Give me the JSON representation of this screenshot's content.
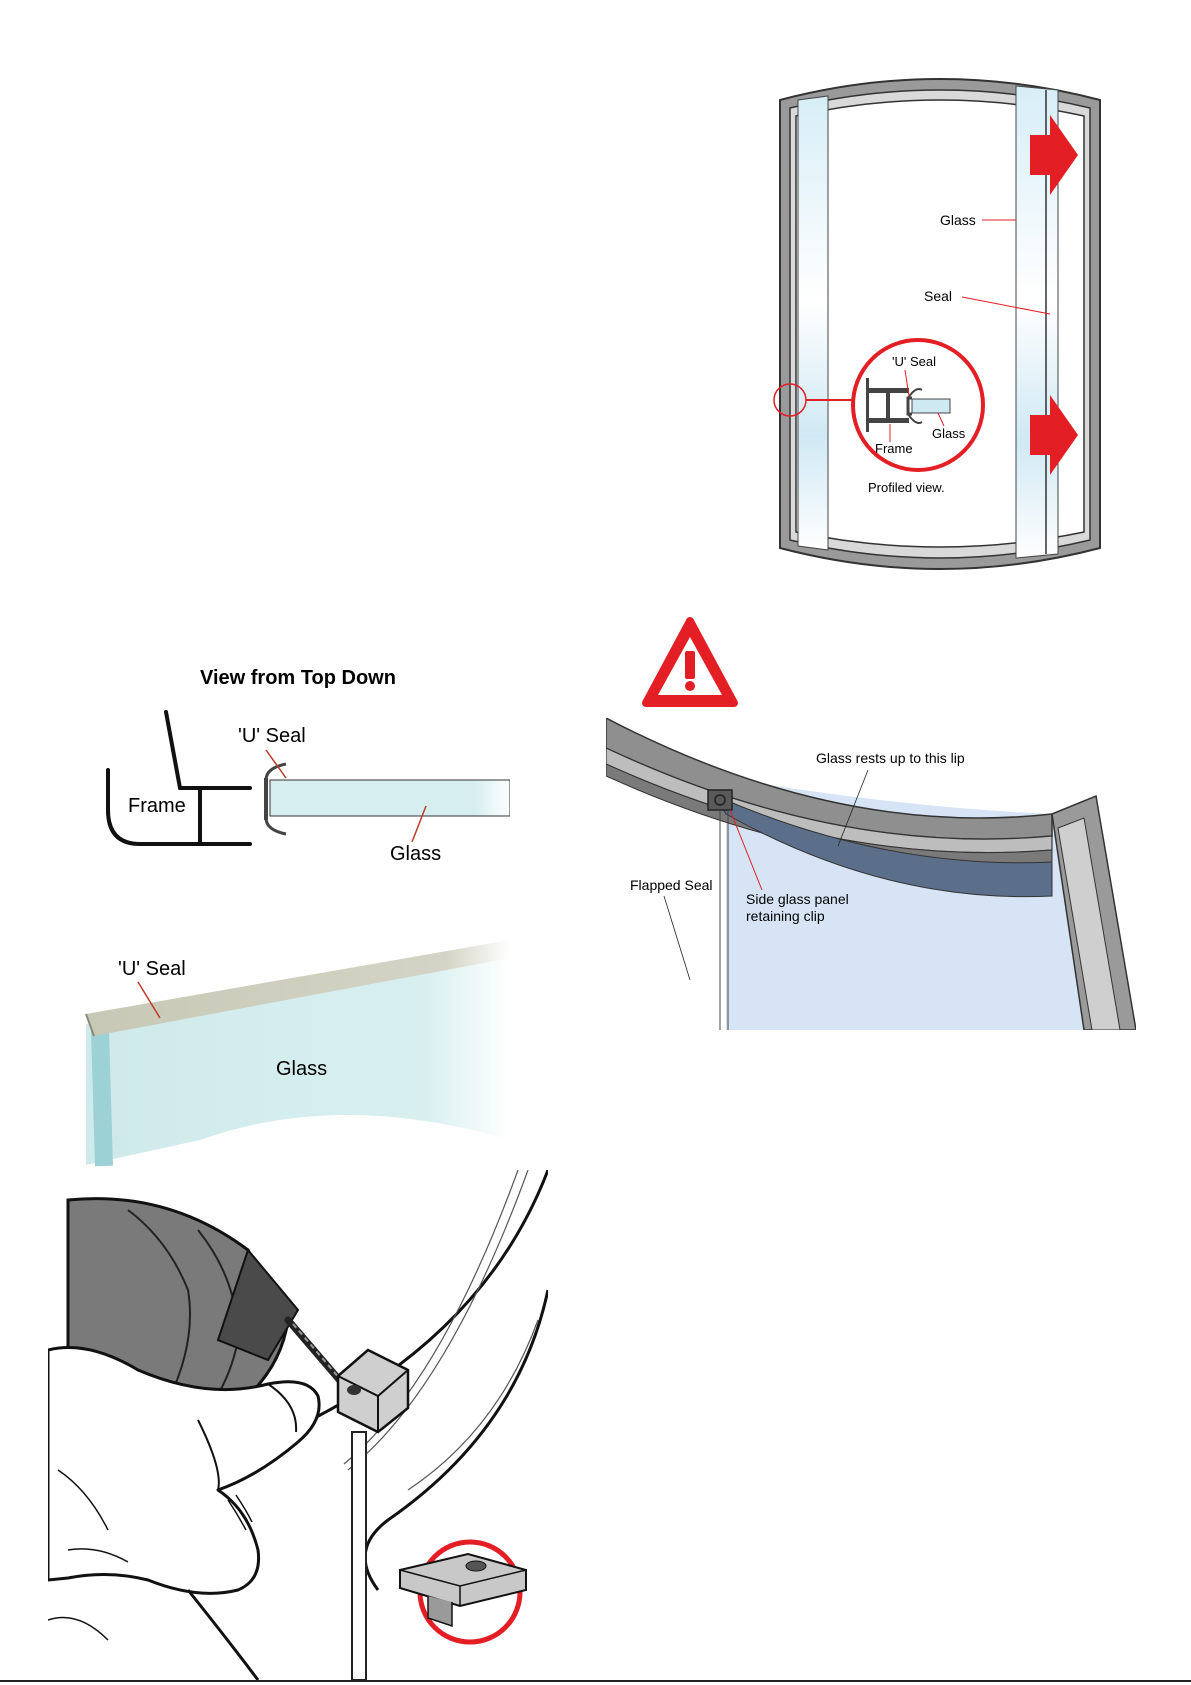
{
  "shower_diagram": {
    "glass_label": "Glass",
    "seal_label": "Seal",
    "u_seal_label": "'U' Seal",
    "frame_label": "Frame",
    "inset_glass_label": "Glass",
    "caption": "Profiled view."
  },
  "top_down": {
    "title": "View from Top Down",
    "u_seal_label": "'U' Seal",
    "frame_label": "Frame",
    "glass_label": "Glass"
  },
  "seal_closeup": {
    "u_seal_label": "'U' Seal",
    "glass_label": "Glass"
  },
  "warning": {
    "icon": "warning-triangle-icon",
    "color": "#e31e24"
  },
  "frame_closeup": {
    "lip_label": "Glass rests up to this lip",
    "flapped_seal_label": "Flapped Seal",
    "clip_label_line1": "Side glass panel",
    "clip_label_line2": "retaining clip"
  },
  "drill_illustration": {
    "icon": "drill-icon",
    "clip_icon": "retaining-clip-icon"
  },
  "colors": {
    "accent_red": "#e31e24",
    "glass_blue": "#cfe9f3",
    "frame_grey": "#8a8a8a"
  }
}
